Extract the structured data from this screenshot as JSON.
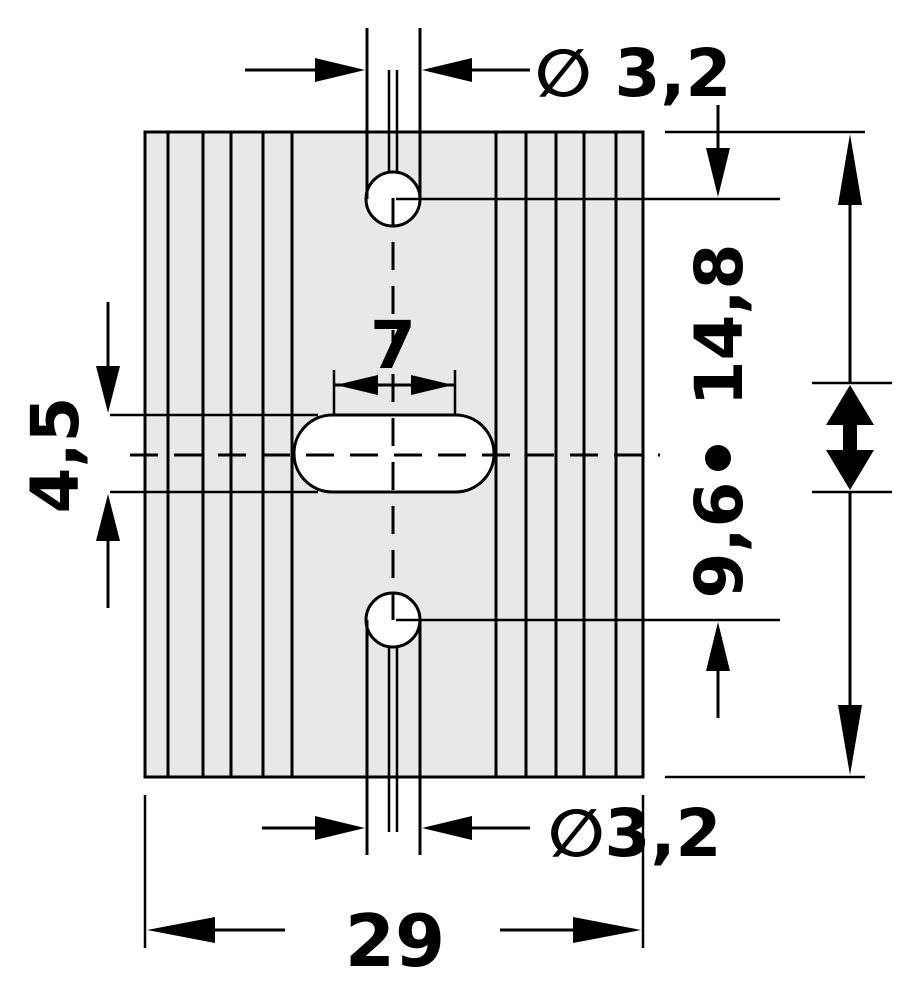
{
  "dimensions": {
    "top_hole_diameter": "∅ 3,2",
    "bottom_hole_diameter": "∅3,2",
    "total_height": "14,8",
    "hole_spacing": "9,6",
    "slot_width": "7",
    "slot_height": "4,5",
    "total_width": "29"
  },
  "colors": {
    "body_fill": "#e8e8e8",
    "line": "#000000",
    "background": "#ffffff"
  }
}
